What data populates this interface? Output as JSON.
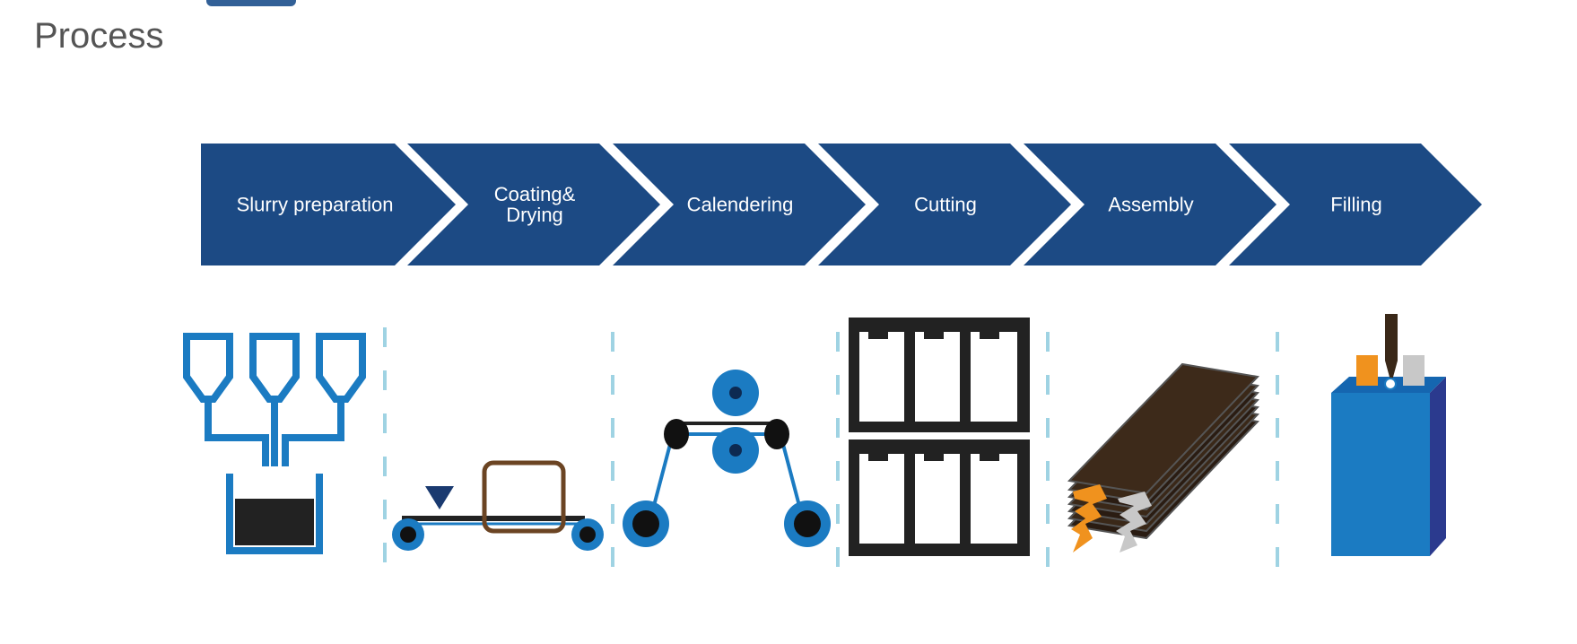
{
  "page": {
    "subtitle": "Process"
  },
  "steps": [
    {
      "label": "Slurry preparation",
      "icon": "mixing-hoppers-icon"
    },
    {
      "label": "Coating& Drying",
      "line1": "Coating&",
      "line2": "Drying",
      "icon": "coating-roller-icon"
    },
    {
      "label": "Calendering",
      "icon": "calender-rolls-icon"
    },
    {
      "label": "Cutting",
      "icon": "electrode-cutting-icon"
    },
    {
      "label": "Assembly",
      "icon": "electrode-stack-icon"
    },
    {
      "label": "Filling",
      "icon": "cell-filling-icon"
    }
  ],
  "colors": {
    "chevron": "#1c4a84",
    "icon_blue": "#1b7bc2",
    "dark": "#222222",
    "divider": "#9fd3e3",
    "brown": "#6b4423",
    "orange": "#f0921e",
    "gray": "#c8c8c8"
  }
}
